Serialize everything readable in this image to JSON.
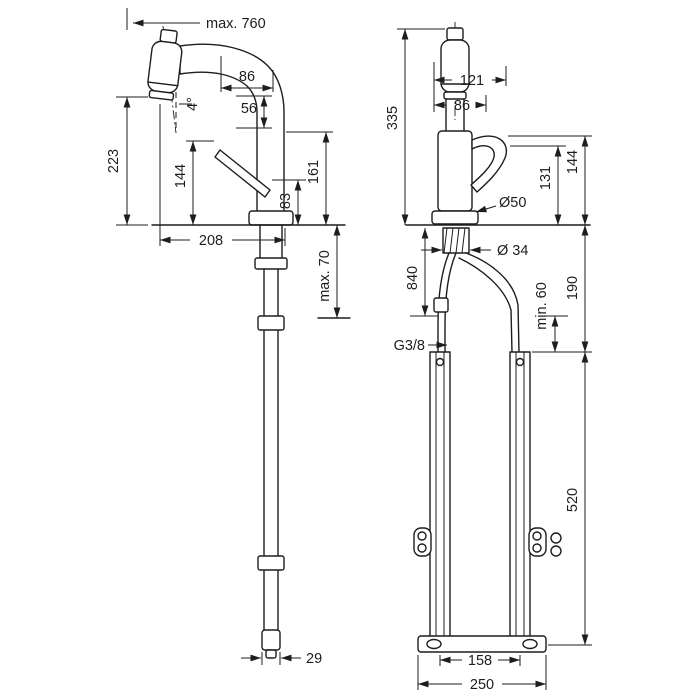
{
  "page": {
    "background": "#ffffff",
    "line_color": "#1d1d1d"
  },
  "dims": {
    "side": {
      "max760": "max. 760",
      "d86": "86",
      "d56": "56",
      "angle": "4°",
      "d223": "223",
      "d144": "144",
      "d161": "161",
      "d83": "83",
      "d208": "208",
      "max70": "max. 70",
      "d29": "29"
    },
    "front": {
      "d335": "335",
      "d121": "121",
      "d86": "86",
      "d131": "131",
      "d144": "144",
      "dia50": "Ø50",
      "dia34": "Ø 34",
      "d840": "840",
      "d190": "190",
      "min60": "min. 60",
      "g38": "G3/8",
      "d520": "520",
      "d158": "158",
      "d250": "250"
    }
  }
}
